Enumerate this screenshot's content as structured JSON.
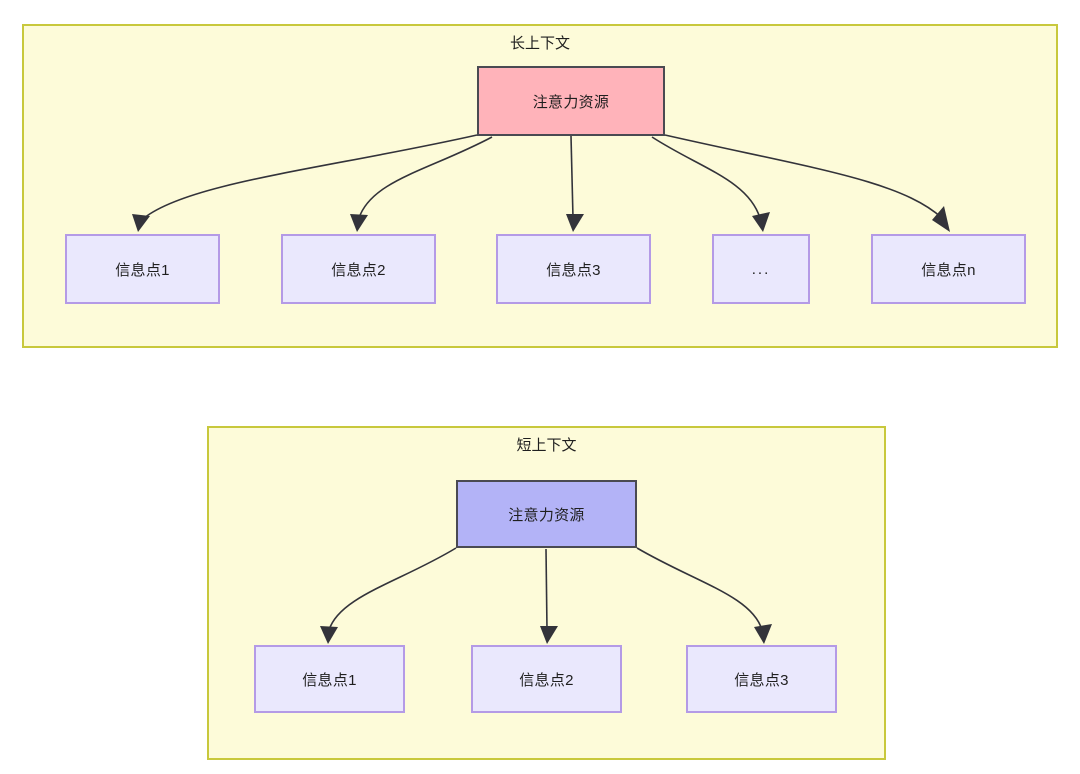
{
  "diagram": {
    "type": "tree-comparison",
    "panels": [
      {
        "id": "long-context",
        "title": "长上下文",
        "root": {
          "label": "注意力资源",
          "fill": "#ffb3ba",
          "border": "#4a4a52"
        },
        "leaves": [
          {
            "label": "信息点1"
          },
          {
            "label": "信息点2"
          },
          {
            "label": "信息点3"
          },
          {
            "label": "..."
          },
          {
            "label": "信息点n"
          }
        ],
        "leaf_fill": "#eae8fd",
        "leaf_border": "#b49ae6",
        "panel_fill": "#fdfbd9",
        "panel_border": "#c8c83c"
      },
      {
        "id": "short-context",
        "title": "短上下文",
        "root": {
          "label": "注意力资源",
          "fill": "#b3b3f7",
          "border": "#4a4a52"
        },
        "leaves": [
          {
            "label": "信息点1"
          },
          {
            "label": "信息点2"
          },
          {
            "label": "信息点3"
          }
        ],
        "leaf_fill": "#eae8fd",
        "leaf_border": "#b49ae6",
        "panel_fill": "#fdfbd9",
        "panel_border": "#c8c83c"
      }
    ],
    "edge_color": "#33333a"
  }
}
